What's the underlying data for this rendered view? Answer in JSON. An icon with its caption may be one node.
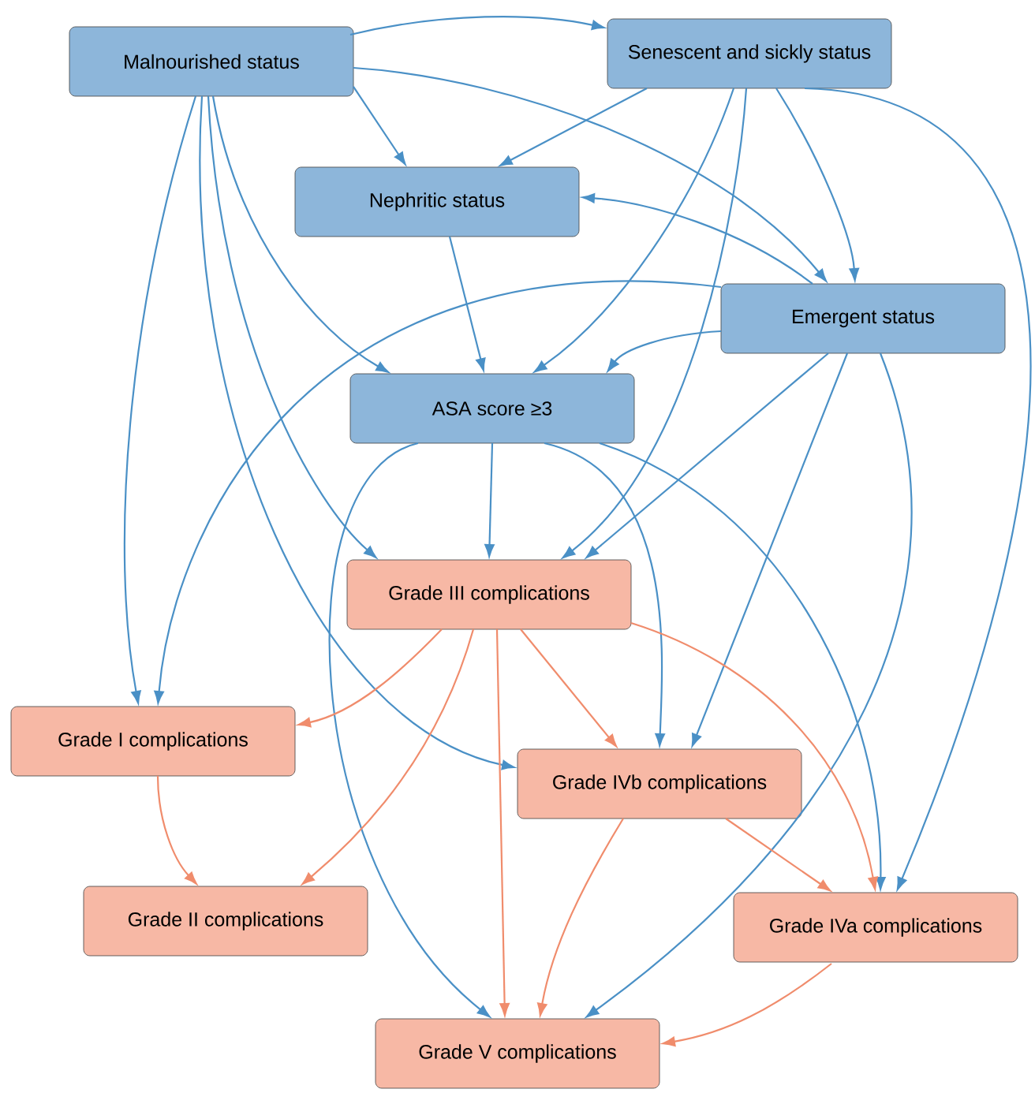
{
  "diagram": {
    "nodes": [
      {
        "text": [
          "Malnourished status"
        ]
      },
      {
        "text": [
          "Senescent and sickly status"
        ]
      },
      {
        "text": [
          "Nephritic status"
        ]
      },
      {
        "text": [
          "Emergent status"
        ]
      },
      {
        "text": [
          "ASA score ≥3"
        ]
      },
      {
        "text": [
          "Grade III complications"
        ]
      },
      {
        "text": [
          "Grade I complications"
        ]
      },
      {
        "text": [
          "Grade IVb complications"
        ]
      },
      {
        "text": [
          "Grade II complications"
        ]
      },
      {
        "text": [
          "Grade IVa complications"
        ]
      },
      {
        "text": [
          "Grade V complications"
        ]
      }
    ],
    "edges": [
      {
        "from": 0,
        "to": 1,
        "arrow": "to"
      },
      {
        "from": 0,
        "to": 2,
        "arrow": "to"
      },
      {
        "from": 0,
        "to": 3,
        "arrow": "to"
      },
      {
        "from": 0,
        "to": 4,
        "arrow": "to"
      },
      {
        "from": 0,
        "to": 5,
        "arrow": "to"
      },
      {
        "from": 0,
        "to": 6,
        "arrow": "to"
      },
      {
        "from": 0,
        "to": 7,
        "arrow": "to"
      },
      {
        "from": 1,
        "to": 2,
        "arrow": "to"
      },
      {
        "from": 1,
        "to": 3,
        "arrow": "to"
      },
      {
        "from": 1,
        "to": 4,
        "arrow": "to"
      },
      {
        "from": 1,
        "to": 5,
        "arrow": "to"
      },
      {
        "from": 1,
        "to": 9,
        "arrow": "to"
      },
      {
        "from": 2,
        "to": 4,
        "arrow": "to"
      },
      {
        "from": 3,
        "to": 2,
        "arrow": "to"
      },
      {
        "from": 3,
        "to": 4,
        "arrow": "to"
      },
      {
        "from": 3,
        "to": 5,
        "arrow": "to"
      },
      {
        "from": 3,
        "to": 6,
        "arrow": "to"
      },
      {
        "from": 3,
        "to": 7,
        "arrow": "to"
      },
      {
        "from": 3,
        "to": 10,
        "arrow": "to"
      },
      {
        "from": 4,
        "to": 5,
        "arrow": "to"
      },
      {
        "from": 4,
        "to": 7,
        "arrow": "to"
      },
      {
        "from": 4,
        "to": 9,
        "arrow": "to"
      },
      {
        "from": 4,
        "to": 10,
        "arrow": "to"
      },
      {
        "from": 5,
        "to": 6,
        "arrow": "to",
        "color": "#f08c6c"
      },
      {
        "from": 5,
        "to": 8,
        "arrow": "to",
        "color": "#f08c6c"
      },
      {
        "from": 5,
        "to": 10,
        "arrow": "to",
        "color": "#f08c6c"
      },
      {
        "from": 5,
        "to": 7,
        "arrow": "to",
        "color": "#f08c6c"
      },
      {
        "from": 5,
        "to": 9,
        "arrow": "to",
        "color": "#f08c6c"
      },
      {
        "from": 6,
        "to": 8,
        "arrow": "to",
        "color": "#f08c6c"
      },
      {
        "from": 7,
        "to": 10,
        "arrow": "to",
        "color": "#f08c6c"
      },
      {
        "from": 7,
        "to": 9,
        "arrow": "to",
        "color": "#f08c6c"
      },
      {
        "from": 9,
        "to": 10,
        "arrow": "to",
        "color": "#f08c6c"
      }
    ]
  }
}
